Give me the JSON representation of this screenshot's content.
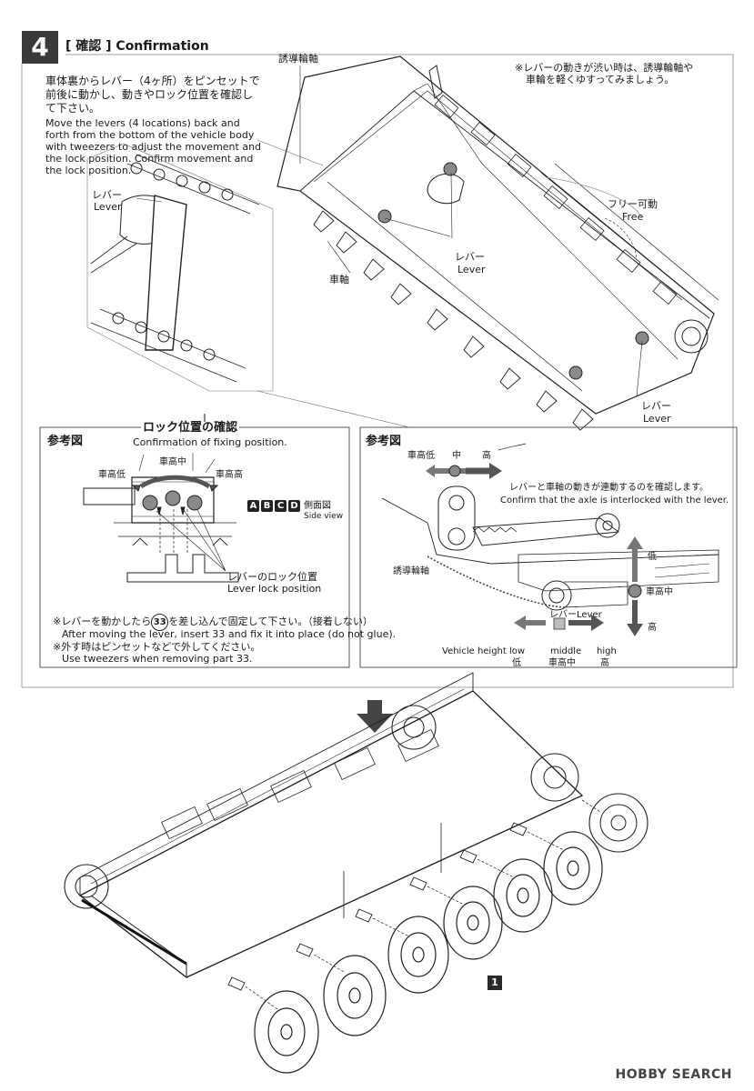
{
  "step": {
    "number": "4",
    "title": "[ 確認 ] Confirmation"
  },
  "instructions": {
    "ja": "車体裏からレバー（4ヶ所）をピンセットで前後に動かし、動きやロック位置を確認して下さい。",
    "en": "Move the levers (4 locations) back and forth from the bottom of the vehicle body with tweezers to adjust the movement and the lock position. Confirm movement and the lock position."
  },
  "detail_left": {
    "lever_ja": "レバー",
    "lever_en": "Lever"
  },
  "main_view": {
    "idler_axle_ja": "誘導輪軸",
    "note_ja_line1": "※レバーの動きが渋い時は、誘導輪軸や",
    "note_ja_line2": "車輪を軽くゆすってみましょう。",
    "free_ja": "フリー可動",
    "free_en": "Free",
    "lever_ja": "レバー",
    "lever_en": "Lever",
    "axle_ja": "車軸"
  },
  "reference_left": {
    "heading": "参考図",
    "title_ja": "ロック位置の確認",
    "title_en": "Confirmation of fixing position.",
    "height_mid": "車高中",
    "height_low": "車高低",
    "height_high": "車高高",
    "side_letters": [
      "A",
      "B",
      "C",
      "D"
    ],
    "side_view_ja": "側面図",
    "side_view_en": "Side view",
    "lock_ja": "レバーのロック位置",
    "lock_en": "Lever lock position",
    "note1_ja_pre": "※レバーを動かしたら",
    "note1_part": "33",
    "note1_ja_post": "を差し込んで固定して下さい。（接着しない）",
    "note1_en": "After moving the lever, insert 33 and fix it into place (do not glue).",
    "note2_ja": "※外す時はピンセットなどで外してください。",
    "note2_en": "Use tweezers when removing part 33."
  },
  "reference_right": {
    "heading": "参考図",
    "low_ja": "車高低",
    "mid_ja": "中",
    "high_ja": "高",
    "interlock_ja": "レバーと車軸の動きが連動するのを確認します。",
    "interlock_en": "Confirm that the axle is interlocked with the lever.",
    "idler_ja": "誘導輪軸",
    "low_vert_ja": "低",
    "mid_vert_ja": "車高中",
    "high_vert_ja": "高",
    "lever_ja": "レバー",
    "lever_en": "Lever",
    "vehicle_height_en": "Vehicle height",
    "low_en": "low",
    "middle_en": "middle",
    "high_en": "high",
    "low_ja2": "低",
    "middle_ja2": "車高中",
    "high_ja2": "高"
  },
  "assembly": {
    "part_number": "1"
  },
  "watermark": "HOBBY SEARCH"
}
